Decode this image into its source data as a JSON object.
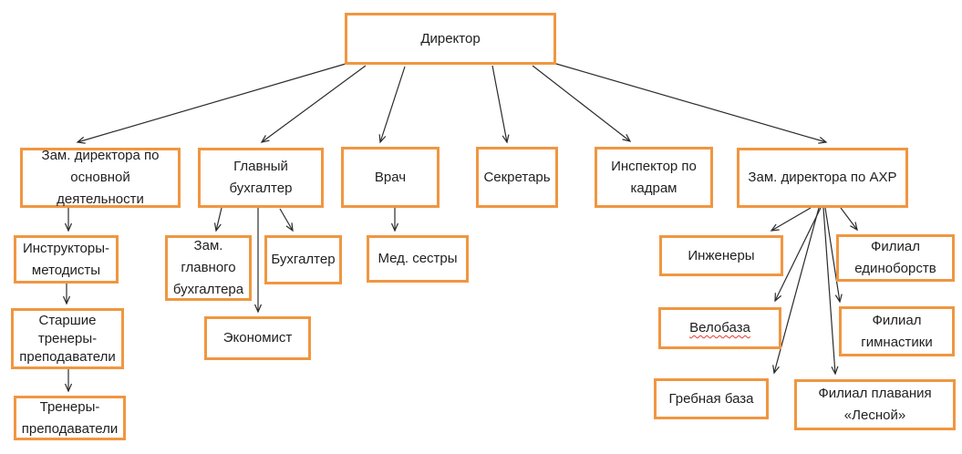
{
  "diagram": {
    "type": "org-chart",
    "background_color": "#ffffff",
    "node_border_color": "#F09641",
    "node_fill_color": "#ffffff",
    "connector_color": "#2b2b2b",
    "spellcheck_underline_color": "#E33A2F"
  },
  "nodes": {
    "director": {
      "label": "Директор"
    },
    "deputy_main": {
      "label": "Зам. директора по\nосновной деятельности"
    },
    "chief_accountant": {
      "label": "Главный бухгалтер"
    },
    "doctor": {
      "label": "Врач"
    },
    "secretary": {
      "label": "Секретарь"
    },
    "hr_inspector": {
      "label": "Инспектор по\nкадрам"
    },
    "deputy_ahr": {
      "label": "Зам. директора по АХР"
    },
    "instructors": {
      "label": "Инструкторы-\nметодисты"
    },
    "senior_trainers": {
      "label": "Старшие\nтренеры-\nпреподаватели"
    },
    "trainers": {
      "label": "Тренеры-\nпреподаватели"
    },
    "deputy_chief_accountant": {
      "label": "Зам.\nглавного\nбухгалтера"
    },
    "accountant": {
      "label": "Бухгалтер"
    },
    "economist": {
      "label": "Экономист"
    },
    "nurses": {
      "label": "Мед. сестры"
    },
    "engineers": {
      "label": "Инженеры"
    },
    "martial_arts_branch": {
      "label": "Филиал\nединоборств"
    },
    "velobase": {
      "label": "Велобаза",
      "spellcheck_flagged": true
    },
    "gymnastics_branch": {
      "label": "Филиал\nгимнастики"
    },
    "rowing_base": {
      "label": "Гребная база"
    },
    "swimming_branch": {
      "label": "Филиал плавания\n«Лесной»"
    }
  },
  "edges": [
    {
      "from": "director",
      "to": "deputy_main"
    },
    {
      "from": "director",
      "to": "chief_accountant"
    },
    {
      "from": "director",
      "to": "doctor"
    },
    {
      "from": "director",
      "to": "secretary"
    },
    {
      "from": "director",
      "to": "hr_inspector"
    },
    {
      "from": "director",
      "to": "deputy_ahr"
    },
    {
      "from": "deputy_main",
      "to": "instructors"
    },
    {
      "from": "instructors",
      "to": "senior_trainers"
    },
    {
      "from": "senior_trainers",
      "to": "trainers"
    },
    {
      "from": "chief_accountant",
      "to": "deputy_chief_accountant"
    },
    {
      "from": "chief_accountant",
      "to": "economist"
    },
    {
      "from": "chief_accountant",
      "to": "accountant"
    },
    {
      "from": "doctor",
      "to": "nurses"
    },
    {
      "from": "deputy_ahr",
      "to": "engineers"
    },
    {
      "from": "deputy_ahr",
      "to": "martial_arts_branch"
    },
    {
      "from": "deputy_ahr",
      "to": "velobase"
    },
    {
      "from": "deputy_ahr",
      "to": "gymnastics_branch"
    },
    {
      "from": "deputy_ahr",
      "to": "rowing_base"
    },
    {
      "from": "deputy_ahr",
      "to": "swimming_branch"
    }
  ]
}
